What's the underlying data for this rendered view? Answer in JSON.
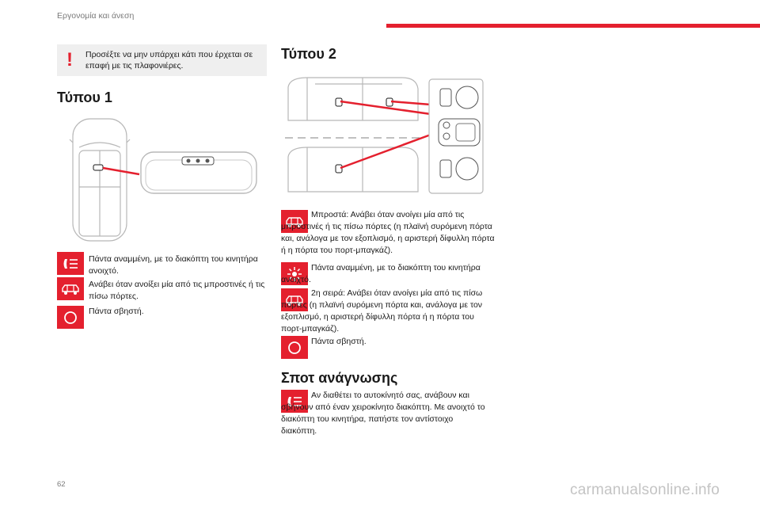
{
  "header": {
    "title": "Εργονομία και άνεση"
  },
  "warning": {
    "mark": "!",
    "text": "Προσέξτε να μην υπάρχει κάτι που έρχεται σε επαφή με τις πλαφονιέρες."
  },
  "type1": {
    "title": "Τύπου 1",
    "items": [
      {
        "icon": "beam-icon",
        "text": "Πάντα αναμμένη, με το διακόπτη του κινητήρα ανοιχτό."
      },
      {
        "icon": "door-car-icon",
        "text": "Ανάβει όταν ανοίξει μία από τις μπροστινές ή τις πίσω πόρτες."
      },
      {
        "icon": "off-circle-icon",
        "text": "Πάντα σβηστή."
      }
    ]
  },
  "type2": {
    "title": "Τύπου 2",
    "items": [
      {
        "icon": "door-car-icon",
        "text": "Μπροστά: Ανάβει όταν ανοίγει μία από τις μπροστινές ή τις πίσω πόρτες (η πλαϊνή συρόμενη πόρτα και, ανάλογα με τον εξοπλισμό, η αριστερή δίφυλλη πόρτα ή η πόρτα του πορτ-μπαγκάζ)."
      },
      {
        "icon": "sun-icon",
        "text": "Πάντα αναμμένη, με το διακόπτη του κινητήρα ανοιχτό."
      },
      {
        "icon": "door-car-icon",
        "text": "2η σειρά: Ανάβει όταν ανοίγει μία από τις πίσω πόρτες (η πλαϊνή συρόμενη πόρτα και, ανάλογα με τον εξοπλισμό, η αριστερή δίφυλλη πόρτα ή η πόρτα του πορτ-μπαγκάζ)."
      },
      {
        "icon": "off-circle-icon",
        "text": "Πάντα σβηστή."
      }
    ]
  },
  "spot": {
    "title": "Σποτ ανάγνωσης",
    "icon": "beam-icon",
    "text": "Αν διαθέτει το αυτοκίνητό σας, ανάβουν και σβήνουν από έναν χειροκίνητο διακόπτη. Με ανοιχτό το διακόπτη του κινητήρα, πατήστε τον αντίστοιχο διακόπτη."
  },
  "footer": {
    "page_number": "62",
    "watermark": "carmanualsonline.info"
  },
  "colors": {
    "accent": "#e4202e",
    "box_bg": "#efefef",
    "muted": "#7a7a7a"
  }
}
